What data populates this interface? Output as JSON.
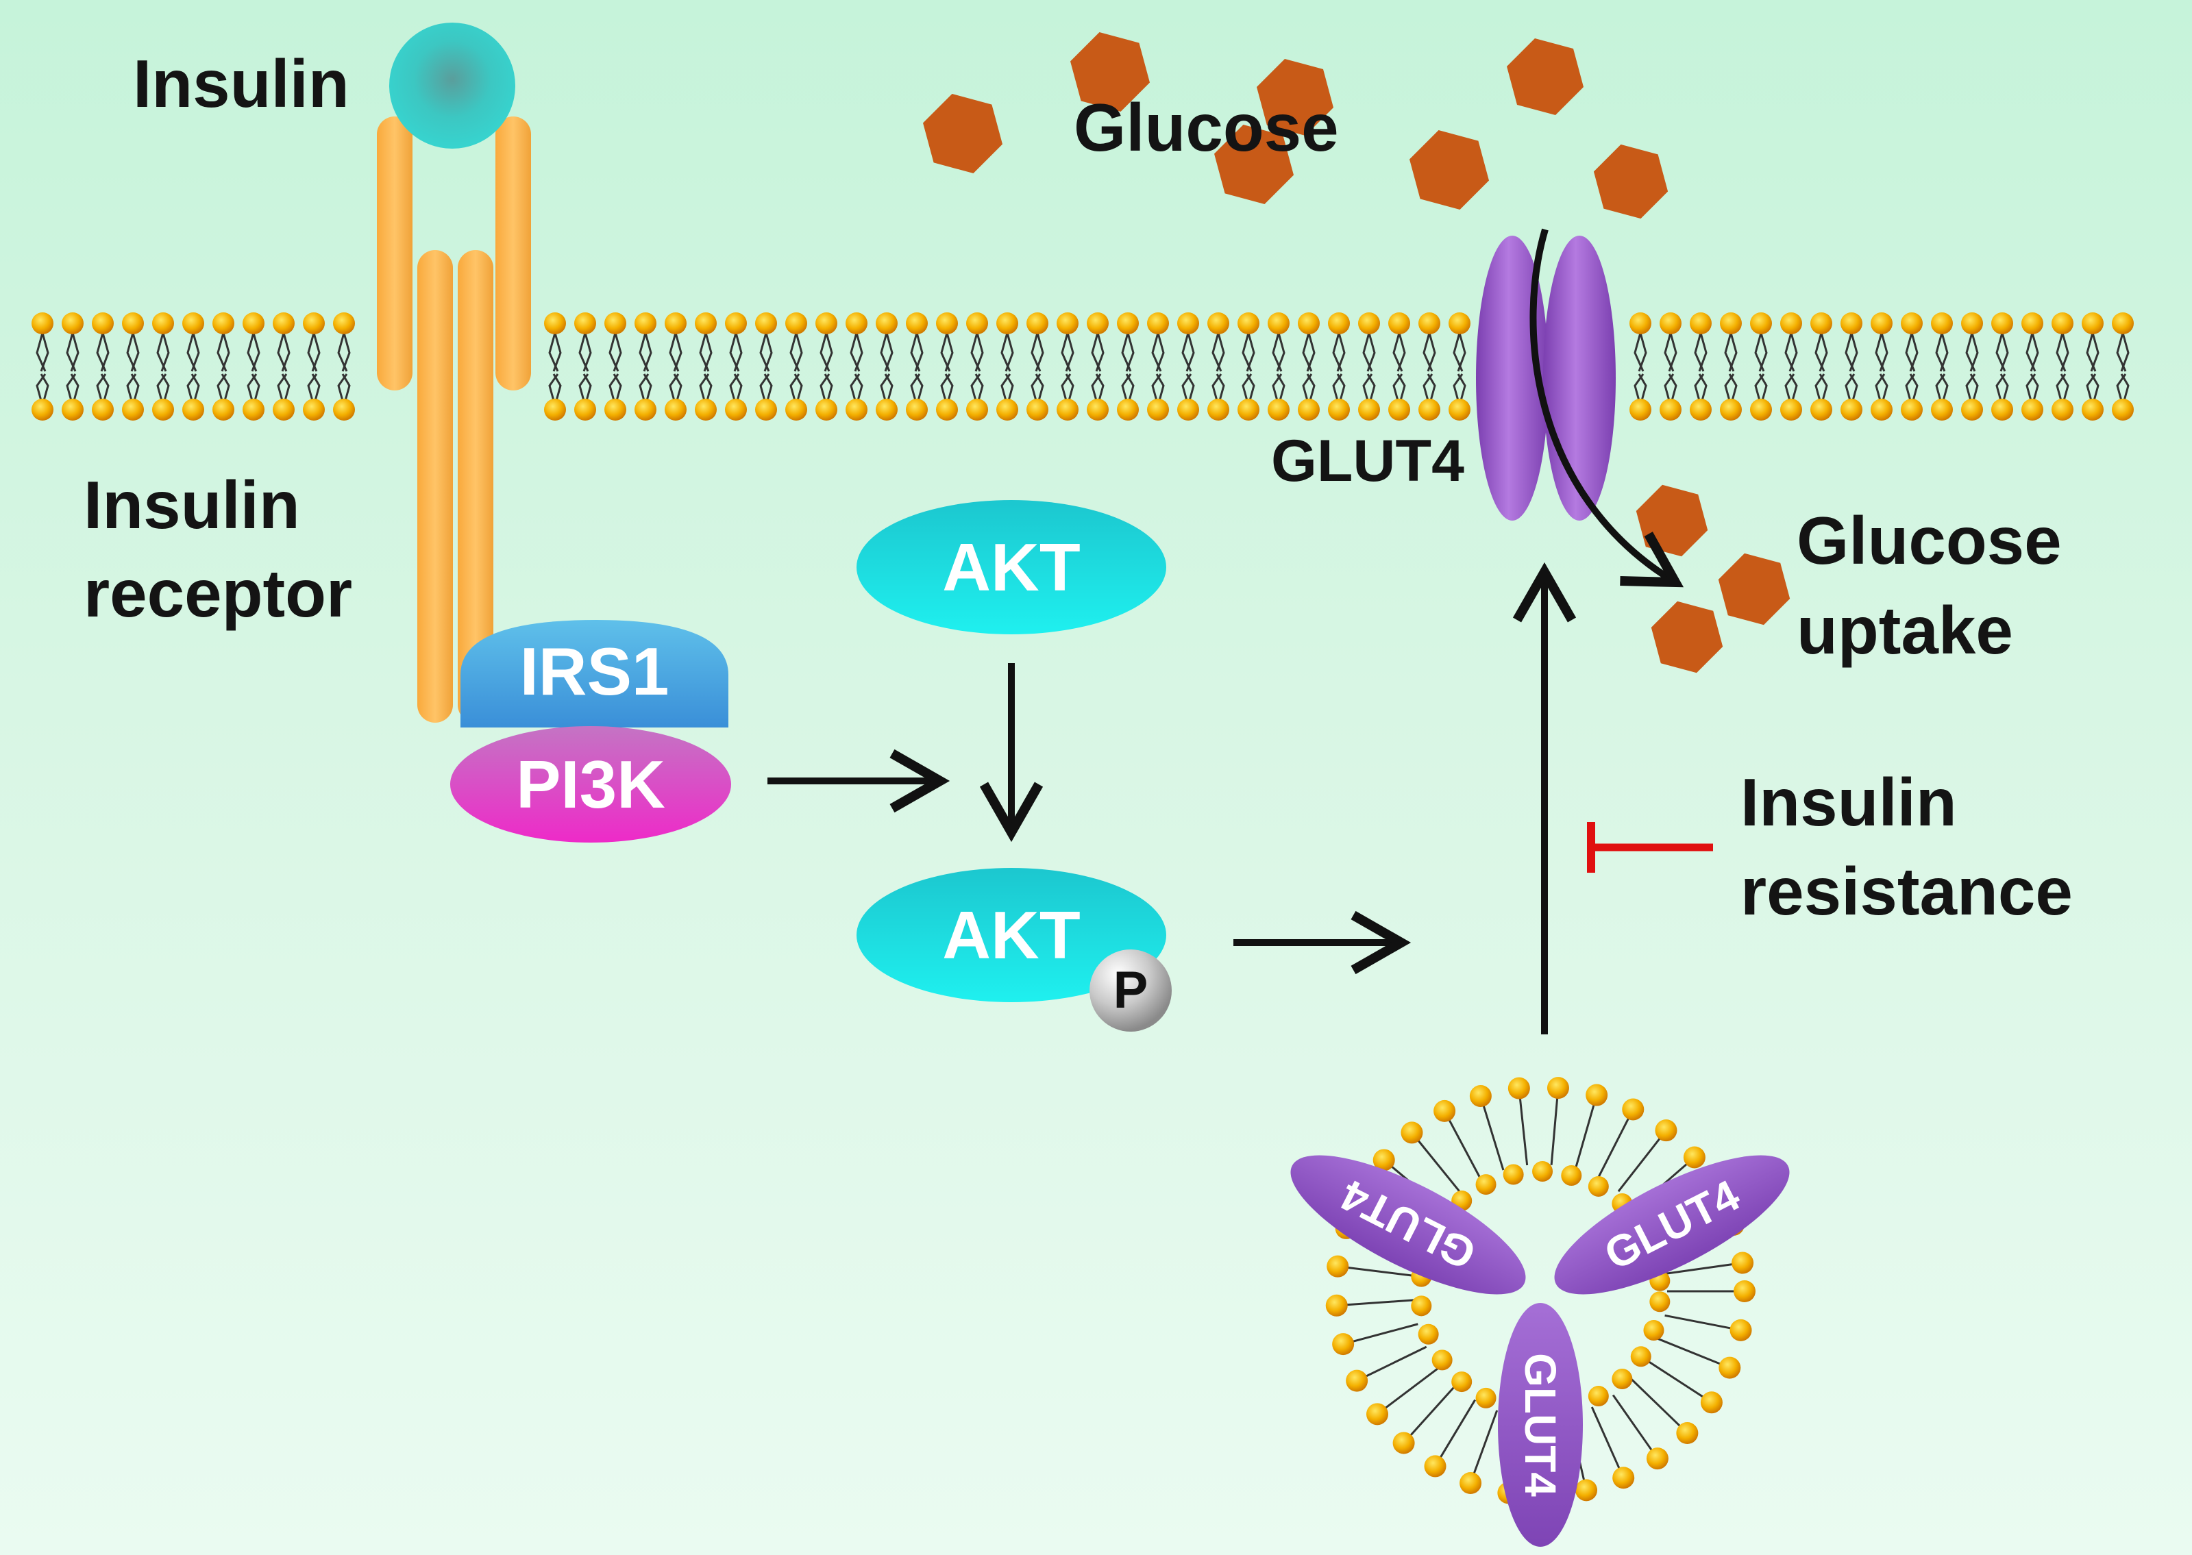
{
  "labels": {
    "insulin": "Insulin",
    "insulin_receptor": [
      "Insulin",
      "receptor"
    ],
    "glucose": "Glucose",
    "glut4_membrane": "GLUT4",
    "glucose_uptake": [
      "Glucose",
      "uptake"
    ],
    "insulin_resistance": [
      "Insulin",
      "resistance"
    ]
  },
  "proteins": {
    "irs1": "IRS1",
    "pi3k": "PI3K",
    "akt": "AKT",
    "akt_phos": "AKT",
    "phosphate": "P",
    "vesicle_glut4": [
      "GLUT4",
      "GLUT4",
      "GLUT4"
    ]
  },
  "colors": {
    "background_top": "#c6f3da",
    "background_bottom": "#eafbf1",
    "receptor": "#f6b24a",
    "insulin": "#3cc7c2",
    "irs1": "#39a9e6",
    "pi3k": "#d94fc6",
    "akt": "#1fd4d8",
    "glut4": "#9b5bc8",
    "glucose": "#c85a17",
    "lipid_head": "#f4b000",
    "inhibition": "#e01010"
  },
  "icons": [
    "lipid-bilayer",
    "glucose-hexagon",
    "vesicle",
    "arrow",
    "inhibition-bar"
  ]
}
